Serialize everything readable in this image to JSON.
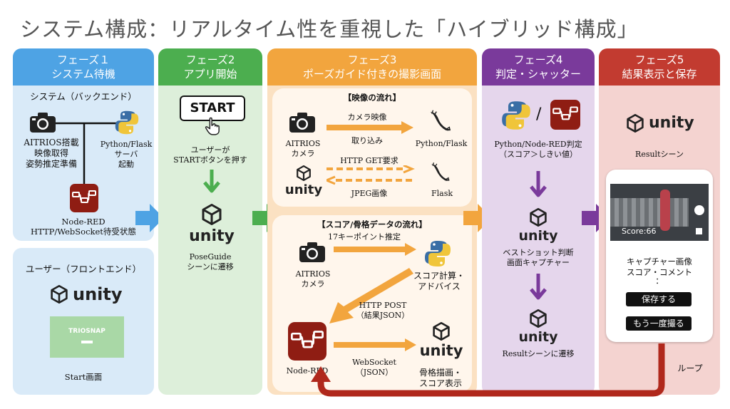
{
  "title": "システム構成：リアルタイム性を重視した「ハイブリッド構成」",
  "phases": [
    {
      "line1": "フェーズ１",
      "line2": "システム待機"
    },
    {
      "line1": "フェーズ2",
      "line2": "アプリ開始"
    },
    {
      "line1": "フェーズ3",
      "line2": "ポーズガイド付きの撮影画面"
    },
    {
      "line1": "フェーズ4",
      "line2": "判定・シャッター"
    },
    {
      "line1": "フェーズ5",
      "line2": "結果表示と保存"
    }
  ],
  "p1": {
    "system_label": "システム（バックエンド）",
    "aitrios": [
      "AITRIOS搭載",
      "映像取得",
      "姿勢推定準備"
    ],
    "python": [
      "Python/Flask",
      "サーバ",
      "起動"
    ],
    "nodered": [
      "Node-RED",
      "HTTP/WebSocket待受状態"
    ],
    "user_label": "ユーザー（フロントエンド）",
    "unity": "unity",
    "triosnap": "TRIOSNAP",
    "start_screen": "Start画面"
  },
  "p2": {
    "start": "START",
    "instr": [
      "ユーザーが",
      "STARTボタンを押す"
    ],
    "unity": "unity",
    "scene": [
      "PoseGuide",
      "シーンに遷移"
    ]
  },
  "p3": {
    "video_title": "【映像の流れ】",
    "camera_video": "カメラ映像",
    "capture": "取り込み",
    "python_flask": "Python/Flask",
    "aitrios_camera": [
      "AITRIOS",
      "カメラ"
    ],
    "http_get": "HTTP GET要求",
    "jpeg": "JPEG画像",
    "flask": "Flask",
    "unity": "unity",
    "score_title": "【スコア/骨格データの流れ】",
    "keypoints": "17キーポイント推定",
    "score_calc": [
      "スコア計算・",
      "アドバイス"
    ],
    "aitrios_camera2": [
      "AITRIOS",
      "カメラ"
    ],
    "http_post": [
      "HTTP POST",
      "（結果JSON）"
    ],
    "nodered": "Node-RED",
    "websocket": [
      "WebSocket",
      "（JSON）"
    ],
    "skeleton": [
      "骨格描画・",
      "スコア表示"
    ],
    "unity2": "unity"
  },
  "p4": {
    "slash": "/",
    "judge": [
      "Python/Node-RED判定",
      "（スコア＞しきい値）"
    ],
    "unity": "unity",
    "best": [
      "ベストショット判断",
      "画面キャプチャー"
    ],
    "unity2": "unity",
    "result_move": "Resultシーンに遷移"
  },
  "p5": {
    "unity": "unity",
    "result_scene": "Resultシーン",
    "score": "Score:66",
    "caption": [
      "キャプチャー画像",
      "スコア・コメント",
      "："
    ],
    "save": "保存する",
    "retake": "もう一度撮る",
    "loop": "ループ"
  },
  "colors": {
    "blue": "#4ea3e4",
    "green": "#4cae4f",
    "orange": "#f2a53e",
    "purple": "#7a3a9b",
    "red": "#c23b30"
  }
}
